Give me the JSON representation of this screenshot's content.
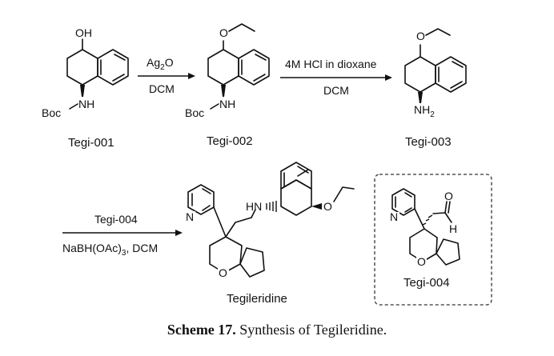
{
  "compounds": {
    "tegi_001": {
      "label": "Tegi-001",
      "oh": "OH",
      "nh": "NH",
      "boc": "Boc"
    },
    "tegi_002": {
      "label": "Tegi-002",
      "nh": "NH",
      "boc": "Boc"
    },
    "tegi_003": {
      "label": "Tegi-003",
      "nh2": "NH",
      "nh2_sub": "2"
    },
    "tegileridine": {
      "label": "Tegileridine",
      "n": "N",
      "hn": "HN",
      "o": "O"
    },
    "tegi_004": {
      "label": "Tegi-004",
      "n": "N",
      "o_ring": "O",
      "o_ald": "O",
      "h": "H"
    }
  },
  "steps": {
    "step1": {
      "reagent_prefix": "Ag",
      "reagent_sub": "2",
      "reagent_suffix": "O",
      "solvent": "DCM"
    },
    "step2": {
      "reagent": "4M HCl in dioxane",
      "solvent": "DCM"
    },
    "step3": {
      "reagent": "Tegi-004",
      "conditions_prefix": "NaBH(OAc)",
      "conditions_sub": "3",
      "conditions_suffix": ", DCM"
    }
  },
  "caption": {
    "label": "Scheme 17.",
    "text": "Synthesis of Tegileridine."
  }
}
